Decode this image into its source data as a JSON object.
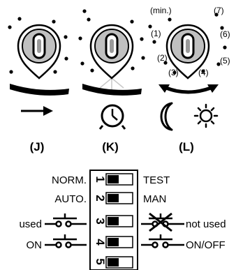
{
  "dials": {
    "J": {
      "label": "(J)"
    },
    "K": {
      "label": "(K)"
    },
    "L": {
      "label": "(L)",
      "positions": [
        "(min.)",
        "(1)",
        "(2)",
        "(3)",
        "(4)",
        "(5)",
        "(6)",
        "(7)"
      ]
    }
  },
  "dip_switch": {
    "rows": [
      {
        "number": "1",
        "left": "NORM.",
        "right": "TEST"
      },
      {
        "number": "2",
        "left": "AUTO.",
        "right": "MAN"
      },
      {
        "number": "3",
        "left": "used",
        "right": "not used"
      },
      {
        "number": "4",
        "left": "ON",
        "right": "ON/OFF"
      },
      {
        "number": "5",
        "left": "",
        "right": ""
      }
    ]
  }
}
